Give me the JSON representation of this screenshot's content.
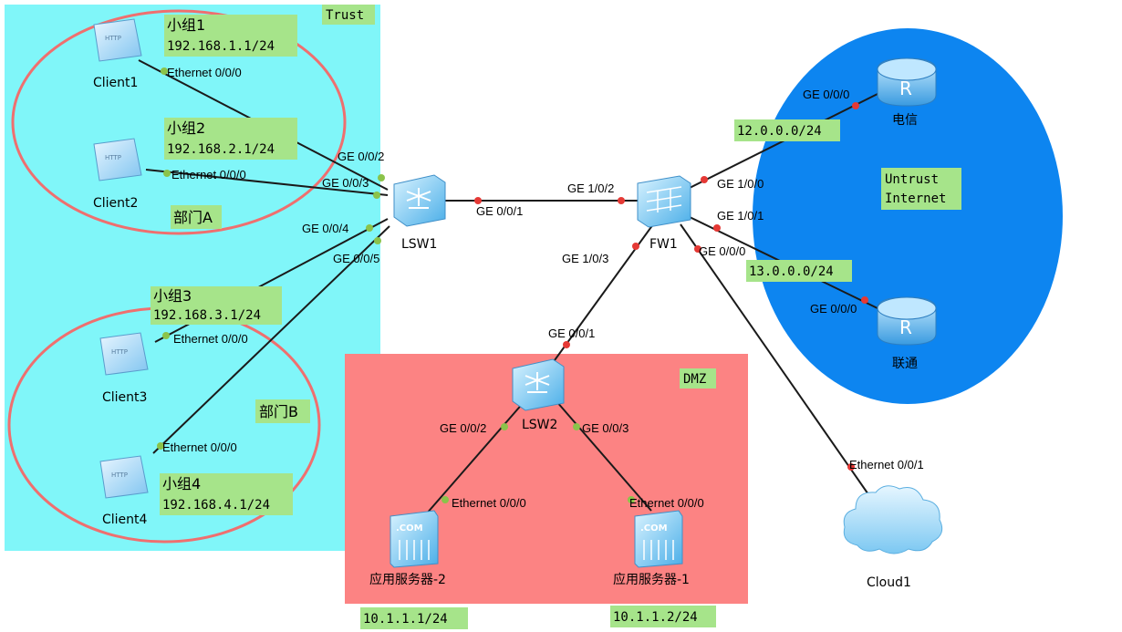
{
  "zones": {
    "trust": "Trust",
    "dmz": "DMZ",
    "untrust_line1": "Untrust",
    "untrust_line2": "Internet"
  },
  "groups": {
    "dept_a": "部门A",
    "dept_b": "部门B"
  },
  "subgroups": [
    {
      "name": "小组1",
      "subnet": "192.168.1.1/24"
    },
    {
      "name": "小组2",
      "subnet": "192.168.2.1/24"
    },
    {
      "name": "小组3",
      "subnet": "192.168.3.1/24"
    },
    {
      "name": "小组4",
      "subnet": "192.168.4.1/24"
    }
  ],
  "devices": {
    "client1": "Client1",
    "client2": "Client2",
    "client3": "Client3",
    "client4": "Client4",
    "lsw1": "LSW1",
    "lsw2": "LSW2",
    "fw1": "FW1",
    "telecom": "电信",
    "unicom": "联通",
    "cloud1": "Cloud1",
    "server2": "应用服务器-2",
    "server1": "应用服务器-1"
  },
  "ports": {
    "c1_eth": "Ethernet 0/0/0",
    "c2_eth": "Ethernet 0/0/0",
    "c3_eth": "Ethernet 0/0/0",
    "c4_eth": "Ethernet 0/0/0",
    "lsw1_g2": "GE 0/0/2",
    "lsw1_g3": "GE 0/0/3",
    "lsw1_g4": "GE 0/0/4",
    "lsw1_g5": "GE 0/0/5",
    "lsw1_g1": "GE 0/0/1",
    "fw_g102": "GE 1/0/2",
    "fw_g100": "GE 1/0/0",
    "fw_g101": "GE 1/0/1",
    "fw_g000": "GE 0/0/0",
    "fw_g103": "GE 1/0/3",
    "lsw2_g1": "GE 0/0/1",
    "lsw2_g2": "GE 0/0/2",
    "lsw2_g3": "GE 0/0/3",
    "s2_eth": "Ethernet 0/0/0",
    "s1_eth": "Ethernet 0/0/0",
    "telecom_g0": "GE 0/0/0",
    "unicom_g0": "GE 0/0/0",
    "cloud_eth": "Ethernet 0/0/1"
  },
  "subnets": {
    "telecom": "12.0.0.0/24",
    "unicom": "13.0.0.0/24",
    "server2": "10.1.1.1/24",
    "server1": "10.1.1.2/24"
  },
  "colors": {
    "trust_zone": "#80f6f9",
    "dmz_zone": "#fc8383",
    "untrust_zone": "#0d85f0",
    "group_ring": "#ef6f6f",
    "label_tag": "#a6e48a",
    "link": "#1a1a1a",
    "port_down": "#e53935",
    "port_up": "#8bc34a"
  }
}
